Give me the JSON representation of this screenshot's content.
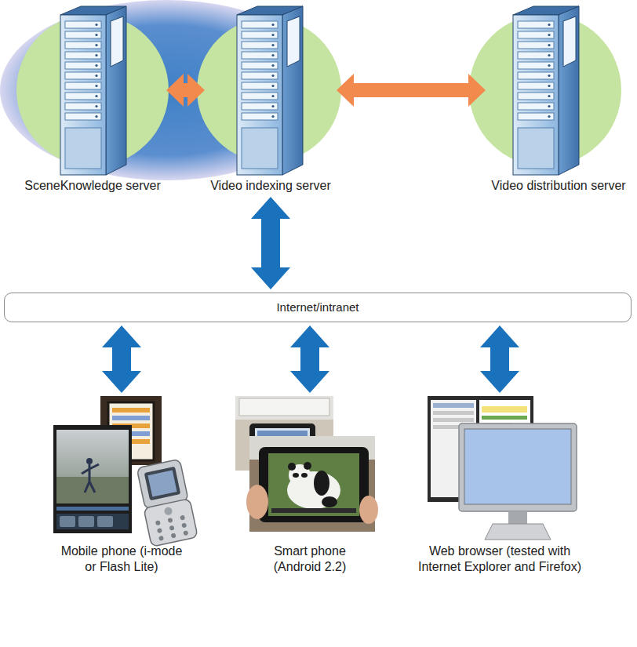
{
  "diagram": {
    "nodes": [
      {
        "text": [
          "SceneKnowledge server"
        ]
      },
      {
        "text": [
          "Video indexing server"
        ]
      },
      {
        "text": [
          "Video distribution server"
        ]
      },
      {
        "text": [
          "Internet/intranet"
        ]
      },
      {
        "text": [
          "Mobile phone (i-mode or Flash Lite)"
        ]
      },
      {
        "text": [
          "Smart phone (Android 2.2)"
        ]
      },
      {
        "text": [
          "Web browser (tested with Internet Explorer and Firefox)"
        ]
      }
    ],
    "edges": [
      {
        "from": 0,
        "to": 1,
        "arrow": "both"
      },
      {
        "from": 1,
        "to": 2,
        "arrow": "both"
      },
      {
        "from": 1,
        "to": 3,
        "arrow": "both"
      },
      {
        "from": 3,
        "to": 4,
        "arrow": "both"
      },
      {
        "from": 3,
        "to": 5,
        "arrow": "both"
      },
      {
        "from": 3,
        "to": 6,
        "arrow": "both"
      }
    ]
  }
}
